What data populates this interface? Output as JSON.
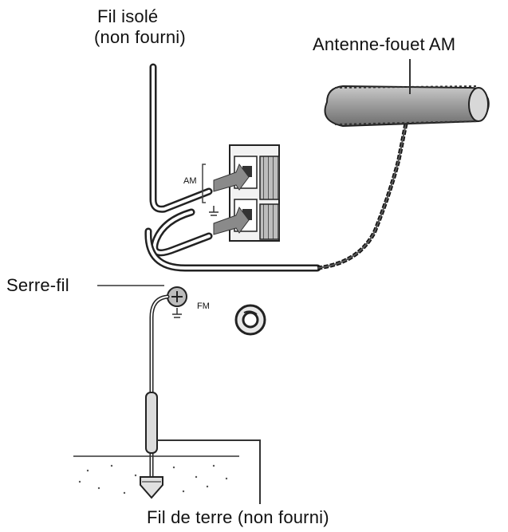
{
  "labels": {
    "insulated_wire_line1": "Fil isolé",
    "insulated_wire_line2": "(non fourni)",
    "am_loop_antenna": "Antenne-fouet AM",
    "wire_clamp": "Serre-fil",
    "ground_wire": "Fil de terre (non fourni)",
    "terminal_am": "AM",
    "terminal_fm": "FM"
  }
}
